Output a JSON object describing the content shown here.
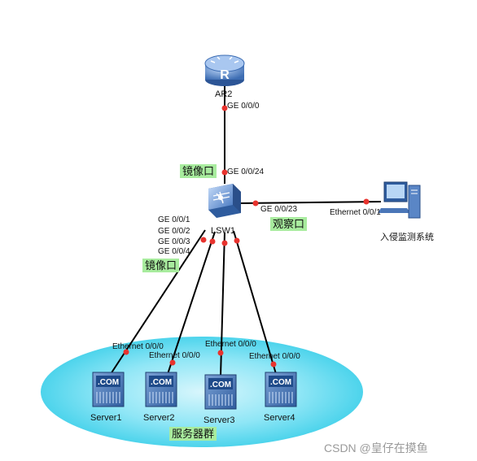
{
  "devices": {
    "router": {
      "name": "AR2",
      "port": "GE 0/0/0"
    },
    "switch": {
      "name": "LSW1",
      "uplink_port": "GE 0/0/24",
      "ids_port": "GE 0/0/23",
      "server_ports": [
        "GE 0/0/1",
        "GE 0/0/2",
        "GE 0/0/3",
        "GE 0/0/4"
      ]
    },
    "ids": {
      "name": "入侵监测系统",
      "port": "Ethernet 0/0/1"
    },
    "servers": [
      {
        "name": "Server1",
        "port": "Ethernet 0/0/0",
        "badge": ".COM"
      },
      {
        "name": "Server2",
        "port": "Ethernet 0/0/0",
        "badge": ".COM"
      },
      {
        "name": "Server3",
        "port": "Ethernet 0/0/0",
        "badge": ".COM"
      },
      {
        "name": "Server4",
        "port": "Ethernet 0/0/0",
        "badge": ".COM"
      }
    ]
  },
  "tags": {
    "mirror_uplink": "镜像口",
    "mirror_servers": "镜像口",
    "observe": "观察口",
    "server_group": "服务器群"
  },
  "colors": {
    "link": "#000000",
    "port_dot": "#e8332e",
    "tag_bg": "#a8ec9e",
    "cloud": "#44d6ee",
    "device_blue": "#4a76b8"
  },
  "watermark": "CSDN @皇仔在摸鱼"
}
